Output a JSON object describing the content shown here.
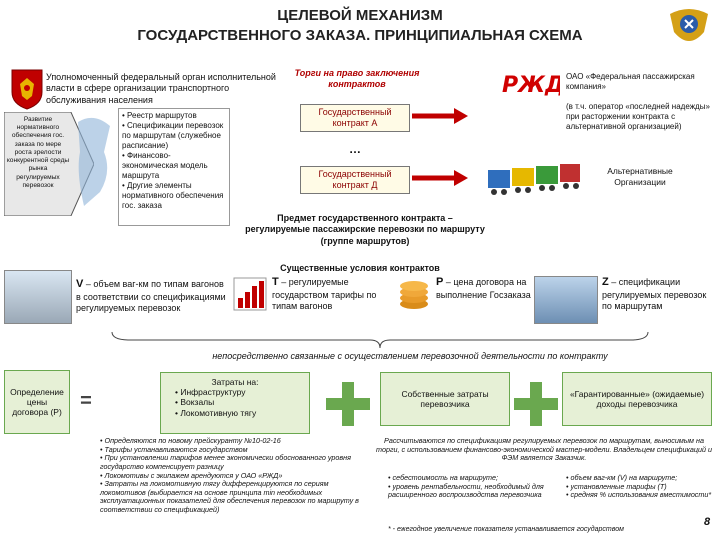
{
  "title": {
    "line1": "ЦЕЛЕВОЙ МЕХАНИЗМ",
    "line2": "ГОСУДАРСТВЕННОГО ЗАКАЗА. ПРИНЦИПИАЛЬНАЯ СХЕМА"
  },
  "authority": {
    "text": "Уполномоченный федеральный орган исполнительной власти в сфере организации транспортного обслуживания населения",
    "development_note": "Развитие нормативного обеспечения гос. заказа по мере роста зрелости конкурентной среды рынка регулируемых перевозок",
    "bullets": [
      "Реестр маршрутов",
      "Спецификации перевозок по маршрутам (служебное расписание)",
      "Финансово-экономическая модель маршрута",
      "Другие элементы нормативного обеспечения гос. заказа"
    ]
  },
  "tender": {
    "title": "Торги на право заключения контрактов",
    "contract_a": "Государственный контракт А",
    "dots": "…",
    "contract_d": "Государственный контракт Д"
  },
  "operators": {
    "fpk": "ОАО «Федеральная пассажирская компания»",
    "fpk_note": "(в т.ч. оператор «последней надежды» при расторжении контракта с альтернативной организацией)",
    "alternative": "Альтернативные Организации",
    "rzd_logo": "РЖД"
  },
  "subject": {
    "title": "Предмет государственного контракта –",
    "text": "регулируемые пассажирские перевозки по маршруту (группе маршрутов)"
  },
  "conditions": {
    "title": "Существенные условия контрактов",
    "v": {
      "symbol": "V",
      "text": "– объем ваг-км по типам вагонов в соответствии со спецификациями регулируемых перевозок"
    },
    "t": {
      "symbol": "T",
      "text": "– регулируемые государством тарифы по типам вагонов"
    },
    "p": {
      "symbol": "P",
      "text": "– цена договора на выполнение Госзаказа"
    },
    "z": {
      "symbol": "Z",
      "text": "– спецификации регулируемых перевозок по маршрутам"
    }
  },
  "related_line": "непосредственно связанные с осуществлением перевозочной деятельности по контракту",
  "formula": {
    "price": "Определение цены договора (Р)",
    "costs_title": "Затраты на:",
    "costs": [
      "Инфраструктуру",
      "Вокзалы",
      "Локомотивную тягу"
    ],
    "own_costs": "Собственные затраты перевозчика",
    "guaranteed": "«Гарантированные» (ожидаемые) доходы перевозчика"
  },
  "notes_left": [
    "Определяются по новому прейскуранту №10-02-16",
    "Тарифы устанавливаются государством",
    "При установлении тарифов менее экономически обоснованного уровня государство компенсирует разницу",
    "Локомотивы с экипажем арендуются у ОАО «РЖД»",
    "Затраты на локомотивную тягу дифференцируются по сериям локомотивов (выбирается на основе принципа min необходимых эксплуатационных показателей для обеспечения перевозок по маршруту в соответствии со спецификацией)"
  ],
  "notes_right": {
    "intro": "Рассчитываются по спецификациям регулируемых перевозок по маршрутам, выносимым на торги, с использованием финансово-экономической мастер-модели. Владельцем спецификаций и ФЭМ является Заказчик.",
    "col1": [
      "себестоимость на маршруте;",
      "уровень рентабельности, необходимый для расширенного воспроизводства перевозчика"
    ],
    "col2": [
      "объем ваг-км (V) на маршруте;",
      "установленные тарифы (T)",
      "средняя % использования вместимости*"
    ],
    "footnote": "* - ежегодное увеличение показателя устанавливается государством"
  },
  "page_number": "8"
}
